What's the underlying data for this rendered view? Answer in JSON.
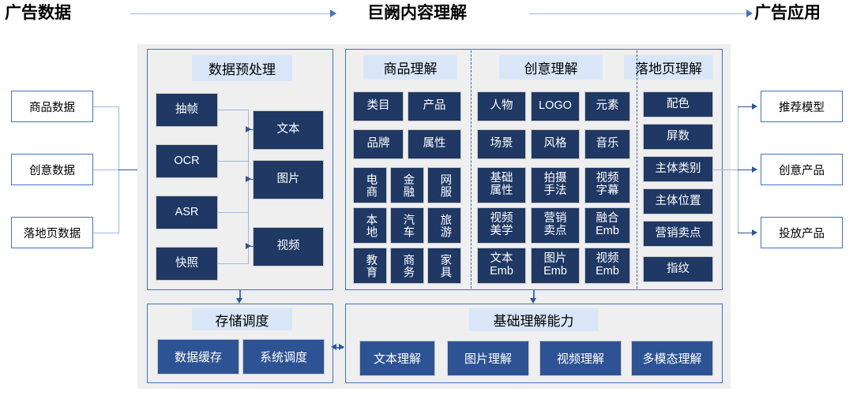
{
  "headers": {
    "left": "广告数据",
    "middle": "巨阙内容理解",
    "right": "广告应用"
  },
  "left_column": {
    "items": [
      {
        "label": "商品数据"
      },
      {
        "label": "创意数据"
      },
      {
        "label": "落地页数据"
      }
    ]
  },
  "right_column": {
    "items": [
      {
        "label": "推荐模型"
      },
      {
        "label": "创意产品"
      },
      {
        "label": "投放产品"
      }
    ]
  },
  "preprocess": {
    "title": "数据预处理",
    "sources": [
      "抽帧",
      "OCR",
      "ASR",
      "快照"
    ],
    "outputs": [
      "文本",
      "图片",
      "视频"
    ]
  },
  "understanding": {
    "product": {
      "title": "商品理解",
      "row1": [
        "类目",
        "产品"
      ],
      "row2": [
        "品牌",
        "属性"
      ],
      "row3": [
        "电商",
        "金融",
        "网服"
      ],
      "row4": [
        "本地",
        "汽车",
        "旅游"
      ],
      "row5": [
        "教育",
        "商务",
        "家具"
      ]
    },
    "creative": {
      "title": "创意理解",
      "row1": [
        "人物",
        "LOGO",
        "元素"
      ],
      "row2": [
        "场景",
        "风格",
        "音乐"
      ],
      "row3": [
        "基础\n属性",
        "拍摄\n手法",
        "视频\n字幕"
      ],
      "row4": [
        "视频\n美学",
        "营销\n卖点",
        "融合\nEmb"
      ],
      "row5": [
        "文本\nEmb",
        "图片\nEmb",
        "视频\nEmb"
      ]
    },
    "landing": {
      "title": "落地页理解",
      "items": [
        "配色",
        "屏数",
        "主体类别",
        "主体位置",
        "营销卖点",
        "指纹"
      ]
    }
  },
  "storage": {
    "title": "存储调度",
    "items": [
      "数据缓存",
      "系统调度"
    ]
  },
  "base_ability": {
    "title": "基础理解能力",
    "items": [
      "文本理解",
      "图片理解",
      "视频理解",
      "多模态理解"
    ]
  },
  "colors": {
    "navy": "#1F3864",
    "blue": "#2E5394",
    "accent": "#4472C4",
    "chip": "#D9E6F7",
    "panel": "#EFEFEF",
    "line": "#9DB7E0"
  }
}
